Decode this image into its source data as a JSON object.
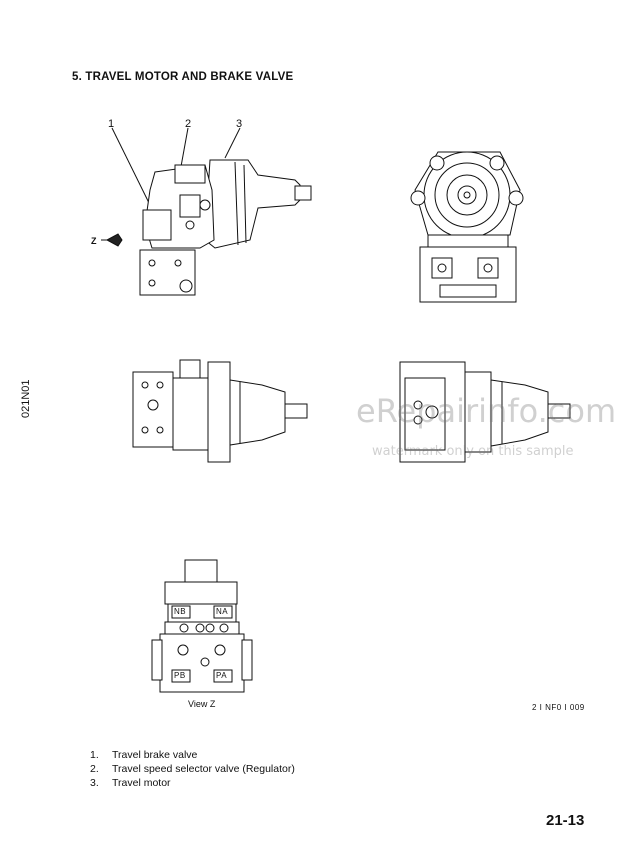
{
  "page": {
    "section_title": "5.  TRAVEL MOTOR AND BRAKE VALVE",
    "side_code": "021N01",
    "figure_code": "2 I NF0 I 009",
    "page_number": "21-13"
  },
  "callouts": [
    "1",
    "2",
    "3"
  ],
  "arrow_label": "Z",
  "view_label": "View Z",
  "plate_labels": [
    "NB",
    "NA",
    "PB",
    "PA"
  ],
  "legend": [
    {
      "num": "1.",
      "text": "Travel brake valve"
    },
    {
      "num": "2.",
      "text": "Travel speed selector valve (Regulator)"
    },
    {
      "num": "3.",
      "text": "Travel motor"
    }
  ],
  "watermark": {
    "main": "eRepairinfo.com",
    "sub": "watermark only on this sample"
  }
}
